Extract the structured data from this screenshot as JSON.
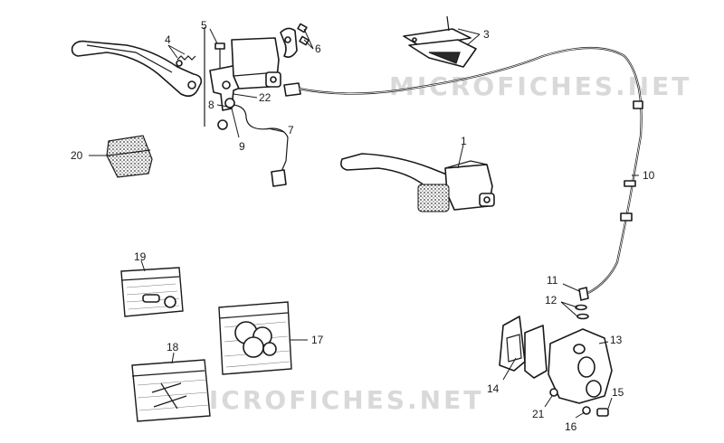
{
  "watermarks": [
    "MICROFICHES.NET",
    "MICROFICHES.NET"
  ],
  "callouts": {
    "c1": "1",
    "c3": "3",
    "c4": "4",
    "c5": "5",
    "c6": "6",
    "c7": "7",
    "c8": "8",
    "c9": "9",
    "c10": "10",
    "c11": "11",
    "c12": "12",
    "c13": "13",
    "c14": "14",
    "c15": "15",
    "c16": "16",
    "c17": "17",
    "c18": "18",
    "c19": "19",
    "c20": "20",
    "c21": "21",
    "c22": "22"
  }
}
